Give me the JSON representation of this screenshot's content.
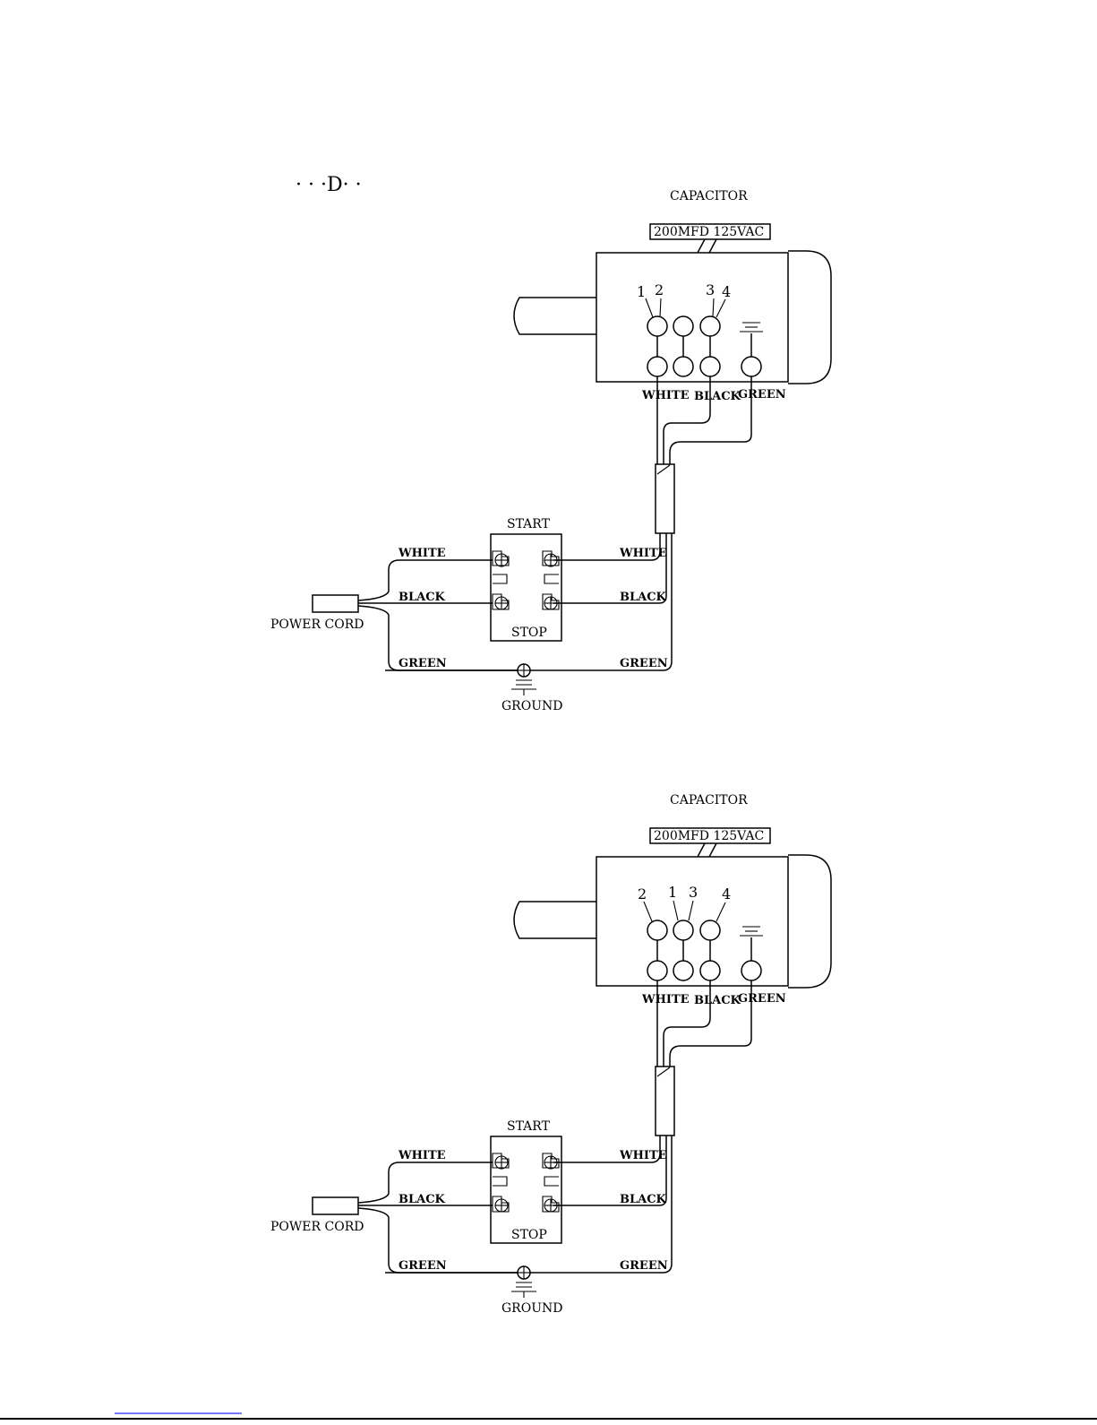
{
  "header": {
    "fragment": "· · ·D· ·"
  },
  "diagrams": [
    {
      "capacitor_label": "CAPACITOR",
      "capacitor_rating": "200MFD  125VAC",
      "terminal_numbers": [
        "1",
        "2",
        "3",
        "4"
      ],
      "motor_wires": {
        "white": "WHITE",
        "black": "BLACK",
        "green": "GREEN"
      },
      "switch": {
        "top_label": "START",
        "bottom_label": "STOP"
      },
      "left_wires": {
        "white": "WHITE",
        "black": "BLACK",
        "green": "GREEN"
      },
      "right_wires": {
        "white": "WHITE",
        "black": "BLACK",
        "green": "GREEN"
      },
      "power_cord": "POWER CORD",
      "ground": "GROUND"
    },
    {
      "capacitor_label": "CAPACITOR",
      "capacitor_rating": "200MFD  125VAC",
      "terminal_numbers": [
        "2",
        "1",
        "3",
        "4"
      ],
      "motor_wires": {
        "white": "WHITE",
        "black": "BLACK",
        "green": "GREEN"
      },
      "switch": {
        "top_label": "START",
        "bottom_label": "STOP"
      },
      "left_wires": {
        "white": "WHITE",
        "black": "BLACK",
        "green": "GREEN"
      },
      "right_wires": {
        "white": "WHITE",
        "black": "BLACK",
        "green": "GREEN"
      },
      "power_cord": "POWER CORD",
      "ground": "GROUND"
    }
  ]
}
